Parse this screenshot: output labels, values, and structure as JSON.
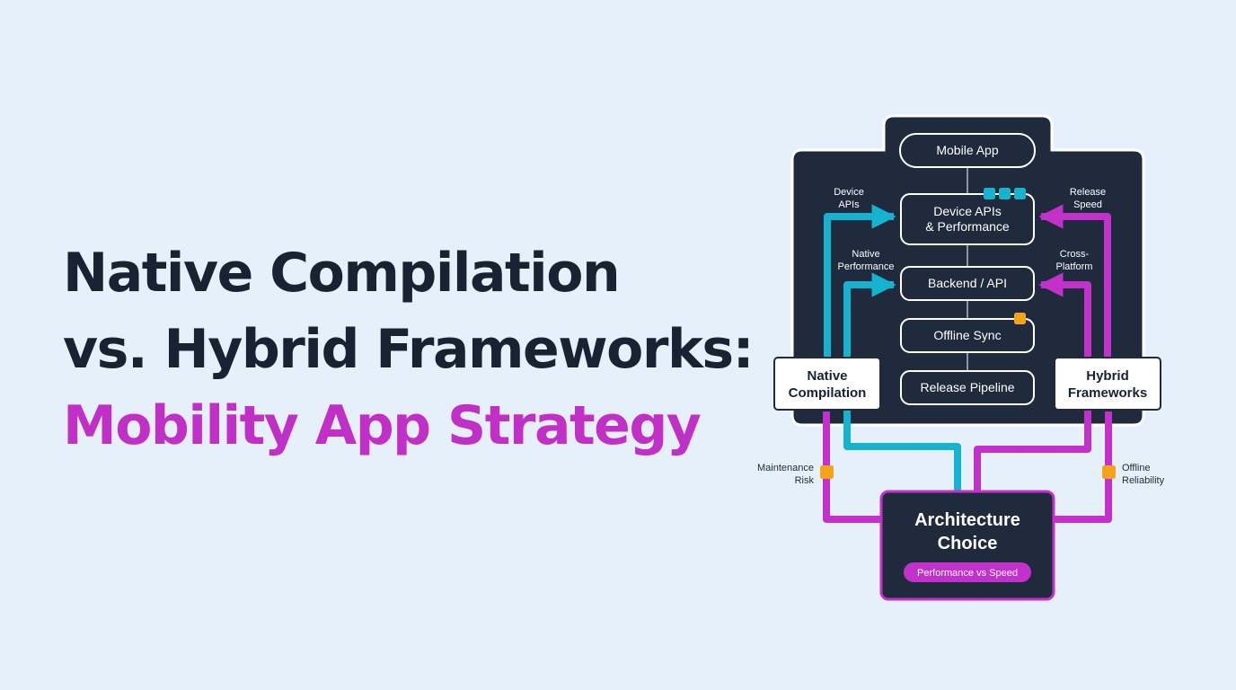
{
  "headline": {
    "line1": "Native Compilation",
    "line2": "vs. Hybrid Frameworks:",
    "line3": "Mobility App Strategy"
  },
  "colors": {
    "background": "#e6f0fb",
    "panel": "#1f2a3c",
    "native_path": "#15b3cf",
    "hybrid_path": "#c231c9",
    "marker": "#f3a41a",
    "title_dark": "#172233",
    "title_accent": "#c030c6"
  },
  "diagram": {
    "top_node": "Mobile App",
    "stack": [
      {
        "line1": "Device APIs",
        "line2": "& Performance"
      },
      {
        "line1": "Backend / API"
      },
      {
        "line1": "Offline Sync"
      },
      {
        "line1": "Release Pipeline"
      }
    ],
    "left_labels": [
      {
        "line1": "Device",
        "line2": "APIs"
      },
      {
        "line1": "Native",
        "line2": "Performance"
      }
    ],
    "right_labels": [
      {
        "line1": "Release",
        "line2": "Speed"
      },
      {
        "line1": "Cross-",
        "line2": "Platform"
      }
    ],
    "native_box": {
      "line1": "Native",
      "line2": "Compilation"
    },
    "hybrid_box": {
      "line1": "Hybrid",
      "line2": "Frameworks"
    },
    "outer_left": {
      "line1": "Maintenance",
      "line2": "Risk"
    },
    "outer_right": {
      "line1": "Offline",
      "line2": "Reliability"
    },
    "choice": {
      "line1": "Architecture",
      "line2": "Choice",
      "pill": "Performance vs Speed"
    }
  }
}
